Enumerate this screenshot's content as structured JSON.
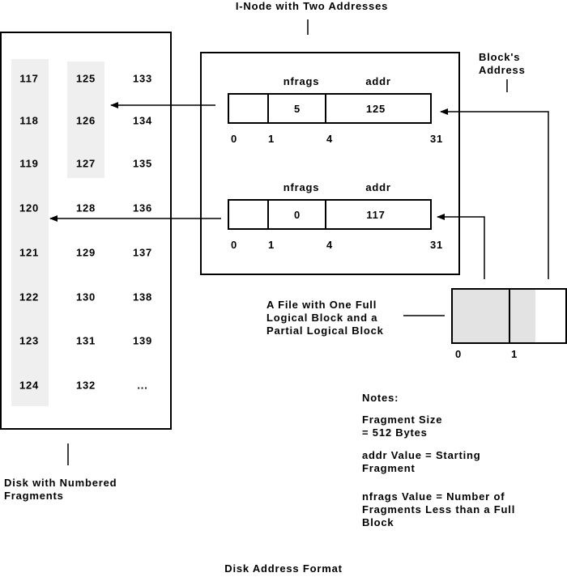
{
  "title": "I-Node with Two Addresses",
  "caption": "Disk Address Format",
  "disk": {
    "label_lines": [
      "Disk with Numbered",
      "Fragments"
    ],
    "columns": [
      [
        "117",
        "118",
        "119",
        "120",
        "121",
        "122",
        "123",
        "124"
      ],
      [
        "125",
        "126",
        "127",
        "128",
        "129",
        "130",
        "131",
        "132"
      ],
      [
        "133",
        "134",
        "135",
        "136",
        "137",
        "138",
        "139",
        "..."
      ]
    ]
  },
  "inode": {
    "entries": [
      {
        "nfrags_label": "nfrags",
        "addr_label": "addr",
        "nfrags": "5",
        "addr": "125",
        "bits": [
          "0",
          "1",
          "4",
          "31"
        ]
      },
      {
        "nfrags_label": "nfrags",
        "addr_label": "addr",
        "nfrags": "0",
        "addr": "117",
        "bits": [
          "0",
          "1",
          "4",
          "31"
        ]
      }
    ]
  },
  "block_address_label": [
    "Block's",
    "Address"
  ],
  "file": {
    "label_lines": [
      "A File with One Full",
      "Logical Block and a",
      "Partial Logical Block"
    ],
    "block_numbers": [
      "0",
      "1"
    ],
    "partial_fill_fraction": 0.45
  },
  "notes": {
    "heading": "Notes:",
    "items": [
      [
        "Fragment Size",
        "= 512 Bytes"
      ],
      [
        "addr Value = Starting",
        "Fragment"
      ],
      [
        "nfrags Value = Number of",
        "Fragments Less than a Full",
        "Block"
      ]
    ]
  },
  "colors": {
    "shade": "#efefef",
    "file_shade": "#e3e3e3",
    "line": "#000000"
  }
}
